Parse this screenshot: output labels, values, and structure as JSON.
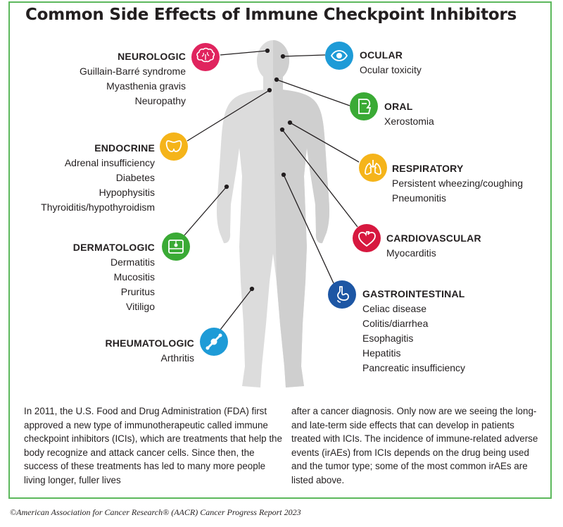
{
  "title": "Common Side Effects of Immune Checkpoint Inhibitors",
  "colors": {
    "frame": "#5cb85c",
    "body_light": "#dcdcdc",
    "body_dark": "#cfcfcf",
    "neurologic": "#e0245e",
    "ocular": "#1e9bd7",
    "oral": "#3aaa35",
    "endocrine": "#f5b41a",
    "respiratory": "#f5b41a",
    "dermatologic": "#3aaa35",
    "cardiovascular": "#d7183f",
    "gastrointestinal": "#1d56a4",
    "rheumatologic": "#1e9bd7"
  },
  "groups": {
    "neurologic": {
      "heading": "NEUROLOGIC",
      "icon": "brain-icon",
      "items": [
        "Guillain-Barré syndrome",
        "Myasthenia gravis",
        "Neuropathy"
      ]
    },
    "ocular": {
      "heading": "OCULAR",
      "icon": "eye-icon",
      "items": [
        "Ocular toxicity"
      ]
    },
    "oral": {
      "heading": "ORAL",
      "icon": "mouth-icon",
      "items": [
        "Xerostomia"
      ]
    },
    "endocrine": {
      "heading": "ENDOCRINE",
      "icon": "thyroid-icon",
      "items": [
        "Adrenal insufficiency",
        "Diabetes",
        "Hypophysitis",
        "Thyroiditis/hypothyroidism"
      ]
    },
    "respiratory": {
      "heading": "RESPIRATORY",
      "icon": "lungs-icon",
      "items": [
        "Persistent wheezing/coughing",
        "Pneumonitis"
      ]
    },
    "dermatologic": {
      "heading": "DERMATOLOGIC",
      "icon": "skin-icon",
      "items": [
        "Dermatitis",
        "Mucositis",
        "Pruritus",
        "Vitiligo"
      ]
    },
    "cardiovascular": {
      "heading": "CARDIOVASCULAR",
      "icon": "heart-icon",
      "items": [
        "Myocarditis"
      ]
    },
    "gastrointestinal": {
      "heading": "GASTROINTESTINAL",
      "icon": "stomach-icon",
      "items": [
        "Celiac disease",
        "Colitis/diarrhea",
        "Esophagitis",
        "Hepatitis",
        "Pancreatic insufficiency"
      ]
    },
    "rheumatologic": {
      "heading": "RHEUMATOLOGIC",
      "icon": "joint-icon",
      "items": [
        "Arthritis"
      ]
    }
  },
  "paragraph_left": "In 2011, the U.S. Food and Drug Administration (FDA) first approved a new type of immunotherapeutic called immune checkpoint inhibitors (ICIs), which are treatments that help the body recognize and attack cancer cells. Since then, the success of these treatments has led to many more people living longer, fuller lives",
  "paragraph_right": "after a cancer diagnosis. Only now are we seeing the long- and late-term side effects that can develop in patients treated with ICIs. The incidence of immune-related adverse events (irAEs) from ICIs depends on the drug being used and the tumor type; some of the most common irAEs are listed above.",
  "footer": "©American Association for Cancer Research® (AACR) Cancer Progress Report 2023"
}
